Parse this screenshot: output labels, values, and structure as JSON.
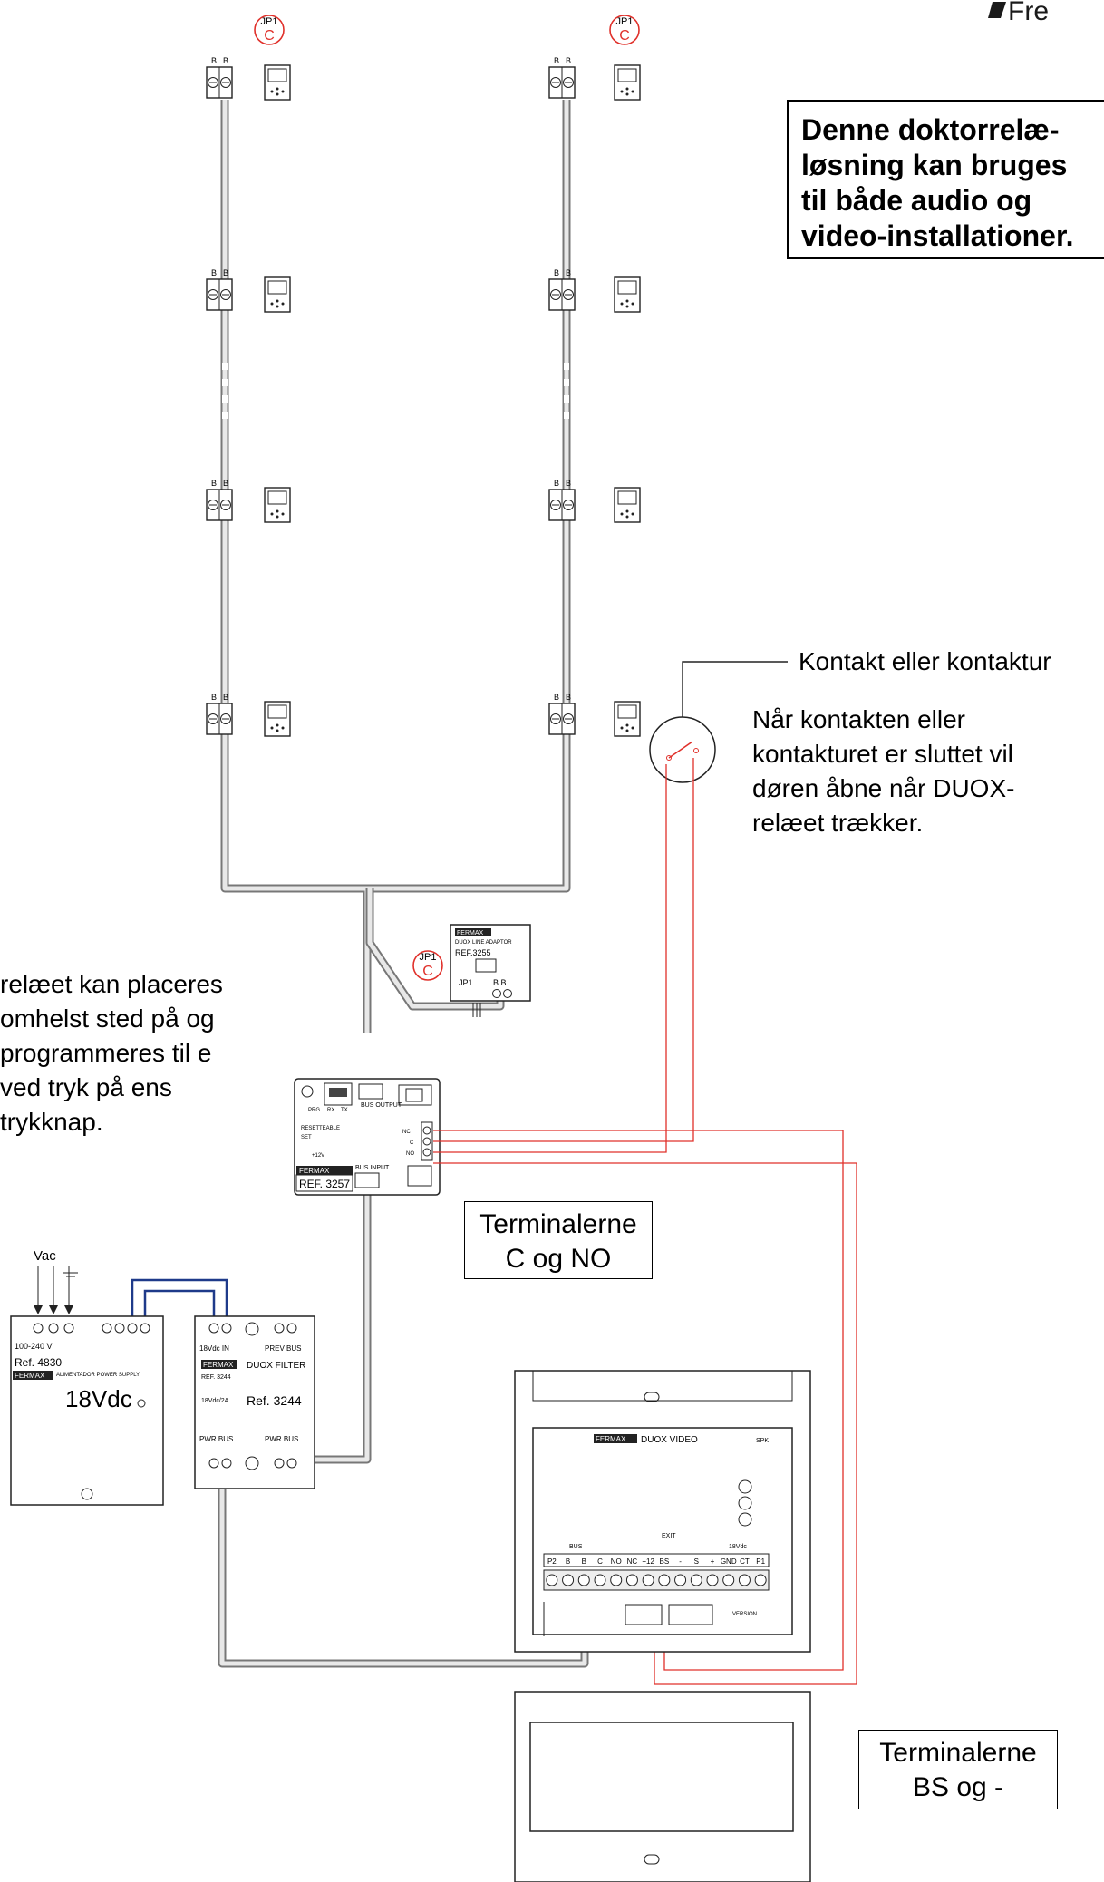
{
  "brand": {
    "logo_text": "Fre",
    "color": "#1a1a1a"
  },
  "notes": {
    "audio_video": "Denne doktorrelæ-løsning kan bruges til både audio og video-installationer.",
    "switch_label": "Kontakt eller kontaktur",
    "switch_desc": "Når kontakten eller kontakturet er sluttet vil døren åbne når DUOX-relæet trækker.",
    "relay_desc": "relæet kan placeres omhelst sted på og programmeres til e ved tryk på ens trykknap.",
    "terminals_c_no_1": "Terminalerne",
    "terminals_c_no_2": "C og NO",
    "terminals_bs_1": "Terminalerne",
    "terminals_bs_2": "BS og -"
  },
  "jumpers": {
    "jp1": "JP1",
    "c": "C"
  },
  "terminals": {
    "b": "B"
  },
  "line_adaptor": {
    "brand": "FERMAX",
    "name": "DUOX LINE ADAPTOR",
    "ref": "REF.3255",
    "jp1": "JP1",
    "bb": "B B"
  },
  "relay": {
    "brand": "FERMAX",
    "ref": "REF. 3257",
    "bus_output": "BUS OUTPUT",
    "bus_input": "BUS INPUT",
    "rx": "RX",
    "tx": "TX",
    "prg": "PRG",
    "resettable": "RESETTEABLE",
    "set": "SET",
    "nc": "NC",
    "c": "C",
    "no": "NO",
    "vdc": "+12V"
  },
  "power_supply": {
    "vac": "Vac",
    "input": "100-240 V",
    "ref": "Ref. 4830",
    "brand": "FERMAX",
    "name": "ALIMENTADOR POWER SUPPLY",
    "output": "18Vdc"
  },
  "filter": {
    "in": "18Vdc IN",
    "prev_bus": "PREV BUS",
    "brand": "FERMAX",
    "name": "DUOX FILTER",
    "ref_small": "REF. 3244",
    "ref": "Ref. 3244",
    "amp": "18Vdc/2A",
    "pwr_bus_left": "PWR BUS",
    "pwr_bus_right": "PWR BUS"
  },
  "panel": {
    "brand": "FERMAX",
    "name": "DUOX VIDEO",
    "bus": "BUS",
    "exit": "EXIT",
    "vdc": "18Vdc",
    "terminals": [
      "P2",
      "B",
      "B",
      "C",
      "NO",
      "NC",
      "+12",
      "BS",
      "-",
      "S",
      "+",
      "GND",
      "CT",
      "P1"
    ],
    "spk": "SPK",
    "version": "VERSION"
  }
}
